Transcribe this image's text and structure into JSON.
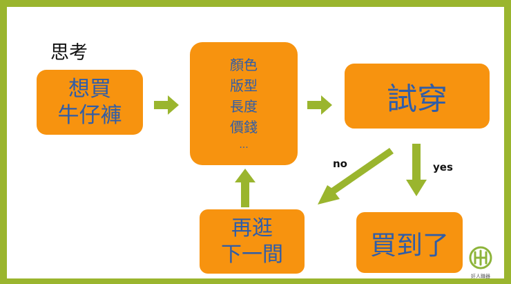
{
  "colors": {
    "frame": "#9ab52e",
    "box_fill": "#f7930f",
    "box_text": "#2f5da8",
    "arrow": "#9ab52e",
    "logo": "#8db43a"
  },
  "diagram": {
    "heading": "思考",
    "nodes": {
      "want_jeans": [
        "想買",
        "牛仔褲"
      ],
      "criteria": [
        "顏色",
        "版型",
        "長度",
        "價錢",
        "..."
      ],
      "try_on": [
        "試穿"
      ],
      "shop_more": [
        "再逛",
        "下一間"
      ],
      "bought": [
        "買到了"
      ]
    },
    "edge_labels": {
      "no": "no",
      "yes": "yes"
    },
    "logo_caption": "奸人職器"
  }
}
